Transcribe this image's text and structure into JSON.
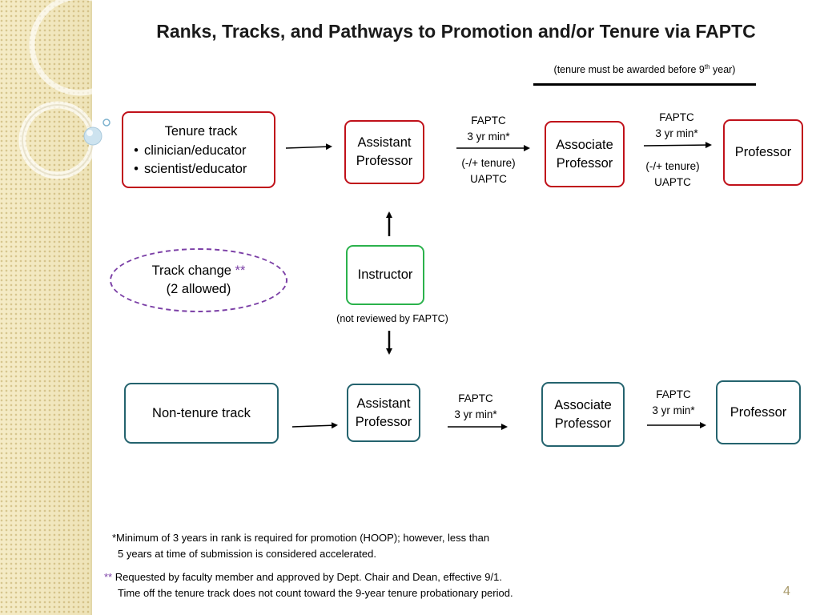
{
  "title": "Ranks, Tracks, and Pathways to Promotion and/or Tenure via FAPTC",
  "tenure_note": {
    "before": "(tenure must be awarded before 9",
    "sup": "th",
    "after": " year)"
  },
  "tenure_track": {
    "box": {
      "heading": "Tenure track",
      "bullet": "•",
      "items": [
        "clinician/educator",
        "scientist/educator"
      ]
    },
    "assistant": {
      "line1": "Assistant",
      "line2": "Professor"
    },
    "associate": {
      "line1": "Associate",
      "line2": "Professor"
    },
    "professor": {
      "label": "Professor"
    },
    "step1": {
      "line1": "FAPTC",
      "line2": "3 yr min*",
      "line3": "(-/+ tenure)",
      "line4": "UAPTC"
    },
    "step2": {
      "line1": "FAPTC",
      "line2": "3 yr min*",
      "line3": "(-/+ tenure)",
      "line4": "UAPTC"
    }
  },
  "track_change": {
    "line1": "Track change ",
    "marker": "**",
    "line2": "(2 allowed)"
  },
  "instructor": {
    "label": "Instructor",
    "note": "(not reviewed by FAPTC)"
  },
  "non_tenure_track": {
    "box": {
      "label": "Non-tenure track"
    },
    "assistant": {
      "line1": "Assistant",
      "line2": "Professor"
    },
    "associate": {
      "line1": "Associate",
      "line2": "Professor"
    },
    "professor": {
      "label": "Professor"
    },
    "step1": {
      "line1": "FAPTC",
      "line2": "3 yr min*"
    },
    "step2": {
      "line1": "FAPTC",
      "line2": "3 yr min*"
    }
  },
  "footnotes": {
    "minimum": {
      "line1": "*Minimum of 3 years in rank is required for promotion (HOOP); however, less than",
      "line2": "5 years at time of submission is considered accelerated."
    },
    "track_change": {
      "marker": "**",
      "line1": " Requested by faculty member and approved by Dept. Chair and Dean, effective 9/1.",
      "line2": "Time off the tenure track  does not count toward the 9-year tenure probationary period."
    }
  },
  "page_number": "4",
  "colors": {
    "tenure_border": "#c0111a",
    "non_tenure_border": "#24636e",
    "instructor_border": "#2bb24c",
    "track_change_border": "#7b3fa6",
    "sidebar_background": "#f3e8bc"
  }
}
